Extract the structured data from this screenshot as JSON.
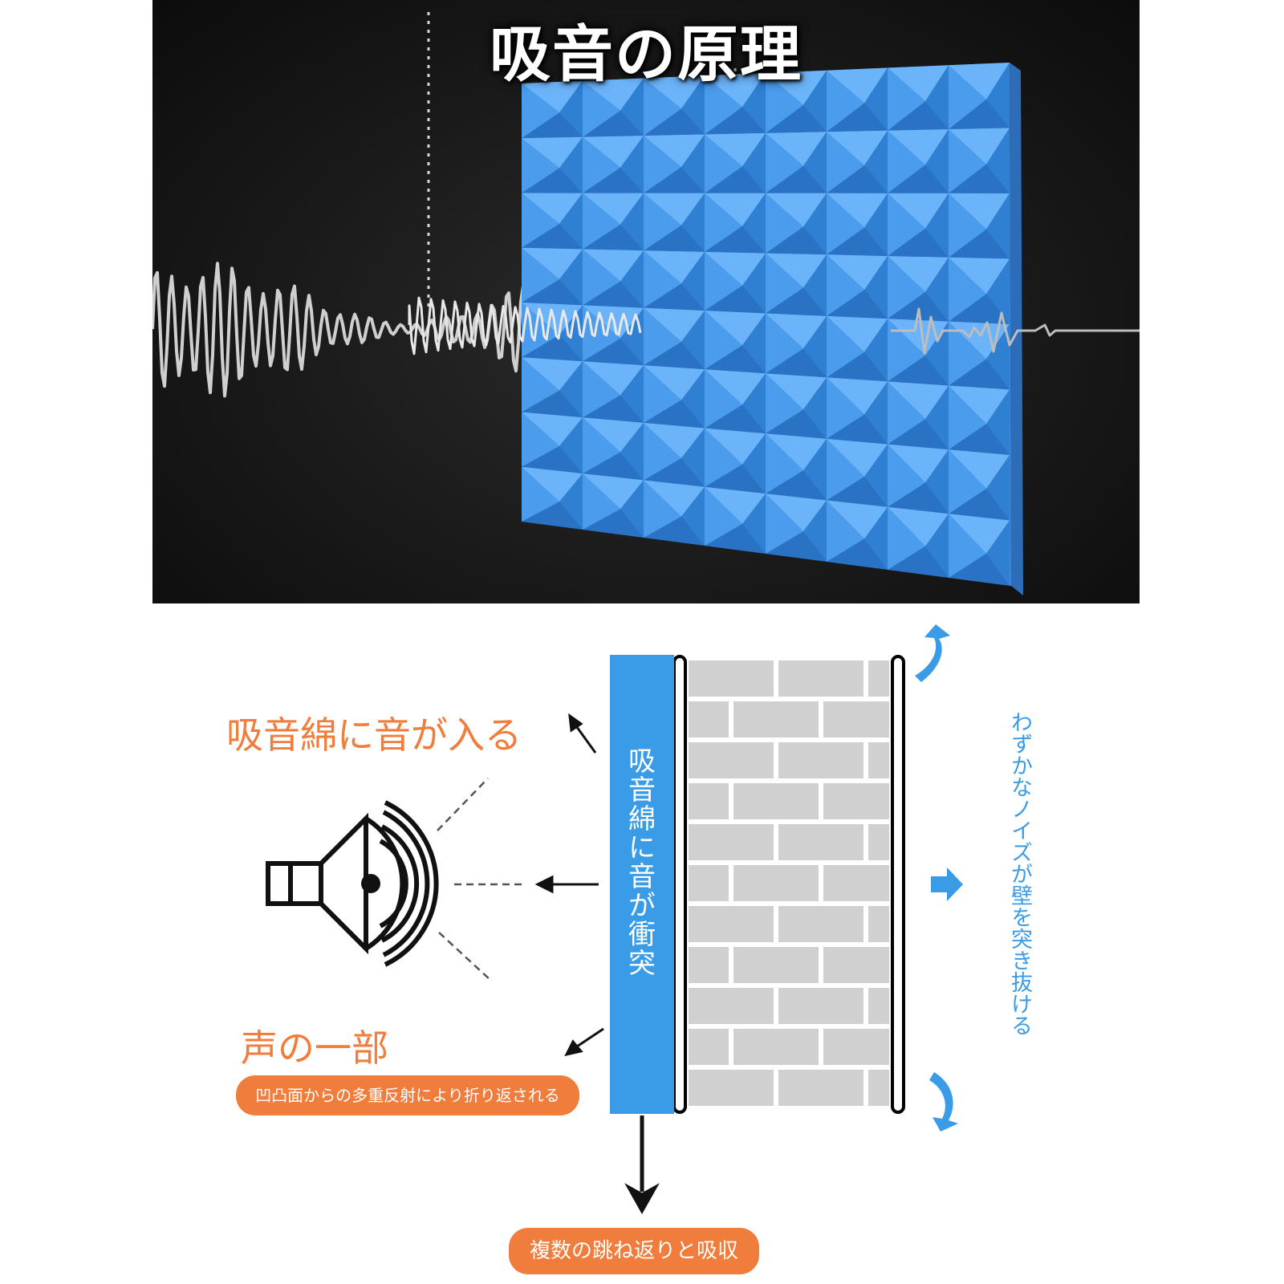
{
  "photo": {
    "title": "吸音の原理"
  },
  "diagram": {
    "enter_label": "吸音綿に音が入る",
    "part_label": "声の一部",
    "reflect_pill": "凹凸面からの多重反射により折り返される",
    "absorb_pill": "複数の跳ね返りと吸収",
    "foam_label": "吸音綿に音が衝突",
    "noise_label": "わずかなノイズが壁を突き抜ける"
  },
  "colors": {
    "foam_blue": "#3d8fe0",
    "accent_orange": "#f07d3c",
    "noise_blue": "#3a9be6",
    "brick_gray": "#d0d0d0"
  }
}
